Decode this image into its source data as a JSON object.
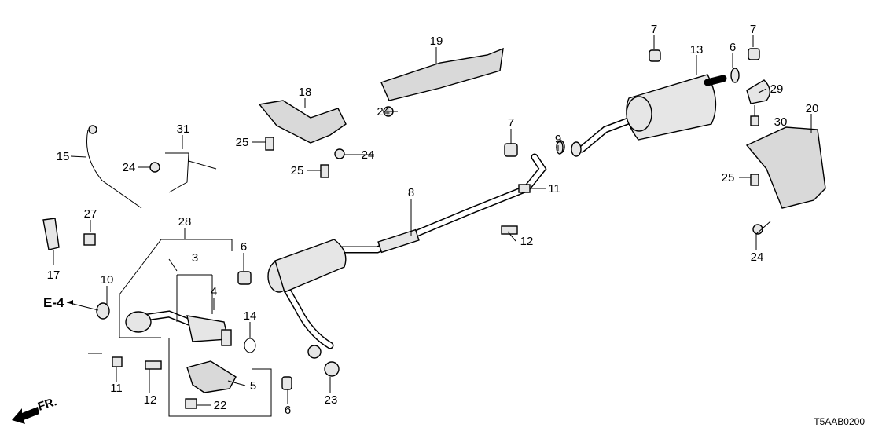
{
  "diagram": {
    "callouts": [
      "7",
      "13",
      "6",
      "7",
      "29",
      "30",
      "20",
      "25",
      "24",
      "19",
      "24",
      "18",
      "25",
      "24",
      "25",
      "31",
      "24",
      "15",
      "27",
      "17",
      "7",
      "9",
      "11",
      "12",
      "8",
      "28",
      "3",
      "4",
      "6",
      "10",
      "14",
      "11",
      "12",
      "5",
      "22",
      "6",
      "23"
    ],
    "reference": "E-4",
    "front_indicator": "FR.",
    "diagram_code": "T5AAB0200"
  }
}
